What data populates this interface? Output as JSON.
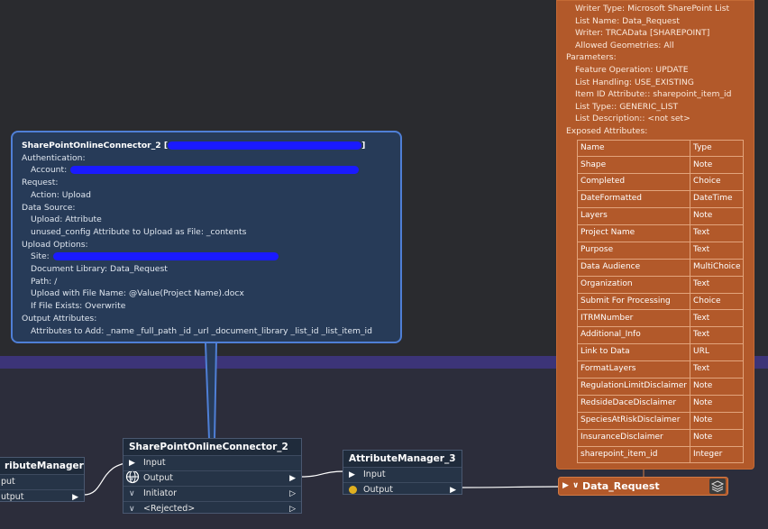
{
  "tooltip": {
    "title": "SharePointOnlineConnector_2 [",
    "title_end": "]",
    "lines": [
      {
        "text": "Authentication:",
        "indent": 0
      },
      {
        "text": "Account:",
        "indent": 1,
        "redact": 320
      },
      {
        "text": "Request:",
        "indent": 0
      },
      {
        "text": "Action: Upload",
        "indent": 1
      },
      {
        "text": "Data Source:",
        "indent": 0
      },
      {
        "text": "Upload: Attribute",
        "indent": 1
      },
      {
        "text": "unused_config Attribute to Upload as File: _contents",
        "indent": 1
      },
      {
        "text": "Upload Options:",
        "indent": 0
      },
      {
        "text": "Site:",
        "indent": 1,
        "redact": 250
      },
      {
        "text": "Document Library: Data_Request",
        "indent": 1
      },
      {
        "text": "Path: /",
        "indent": 1
      },
      {
        "text": "Upload with File Name: @Value(Project Name).docx",
        "indent": 1
      },
      {
        "text": "If File Exists: Overwrite",
        "indent": 1
      },
      {
        "text": "Output Attributes:",
        "indent": 0
      },
      {
        "text": "Attributes to Add: _name _full_path _id _url _document_library _list_id _list_item_id",
        "indent": 1
      }
    ]
  },
  "writer": {
    "lines": [
      {
        "text": "Writer Type: Microsoft SharePoint List",
        "indent": 1
      },
      {
        "text": "List Name: Data_Request",
        "indent": 1
      },
      {
        "text": "Writer: TRCAData [SHAREPOINT]",
        "indent": 1
      },
      {
        "text": "Allowed Geometries: All",
        "indent": 1
      },
      {
        "text": "Parameters:",
        "indent": 0
      },
      {
        "text": "Feature Operation: UPDATE",
        "indent": 1
      },
      {
        "text": "List Handling: USE_EXISTING",
        "indent": 1
      },
      {
        "text": "Item ID Attribute:: sharepoint_item_id",
        "indent": 1
      },
      {
        "text": "List Type:: GENERIC_LIST",
        "indent": 1
      },
      {
        "text": "List Description:: <not set>",
        "indent": 1
      },
      {
        "text": "Exposed Attributes:",
        "indent": 0
      }
    ],
    "table_header": [
      "Name",
      "Type"
    ],
    "attributes": [
      [
        "Shape",
        "Note"
      ],
      [
        "Completed",
        "Choice"
      ],
      [
        "DateFormatted",
        "DateTime"
      ],
      [
        "Layers",
        "Note"
      ],
      [
        "Project Name",
        "Text"
      ],
      [
        "Purpose",
        "Text"
      ],
      [
        "Data Audience",
        "MultiChoice"
      ],
      [
        "Organization",
        "Text"
      ],
      [
        "Submit For Processing",
        "Choice"
      ],
      [
        "ITRMNumber",
        "Text"
      ],
      [
        "Additional_Info",
        "Text"
      ],
      [
        "Link to Data",
        "URL"
      ],
      [
        "FormatLayers",
        "Text"
      ],
      [
        "RegulationLimitDisclaimer",
        "Note"
      ],
      [
        "RedsideDaceDisclaimer",
        "Note"
      ],
      [
        "SpeciesAtRiskDisclaimer",
        "Note"
      ],
      [
        "InsuranceDisclaimer",
        "Note"
      ],
      [
        "sharepoint_item_id",
        "Integer"
      ]
    ]
  },
  "nodes": {
    "attr_mgr_left": {
      "title": "ributeManager",
      "input": "put",
      "output": "utput"
    },
    "connector": {
      "title": "SharePointOnlineConnector_2",
      "input": "Input",
      "output": "Output",
      "initiator": "Initiator",
      "rejected": "<Rejected>"
    },
    "attr_mgr_3": {
      "title": "AttributeManager_3",
      "input": "Input",
      "output": "Output"
    },
    "writer_node": {
      "title": "Data_Request"
    }
  },
  "colors": {
    "accent": "#4f7fd6",
    "writer": "#b2592a",
    "output_dot": "#e0b020"
  }
}
